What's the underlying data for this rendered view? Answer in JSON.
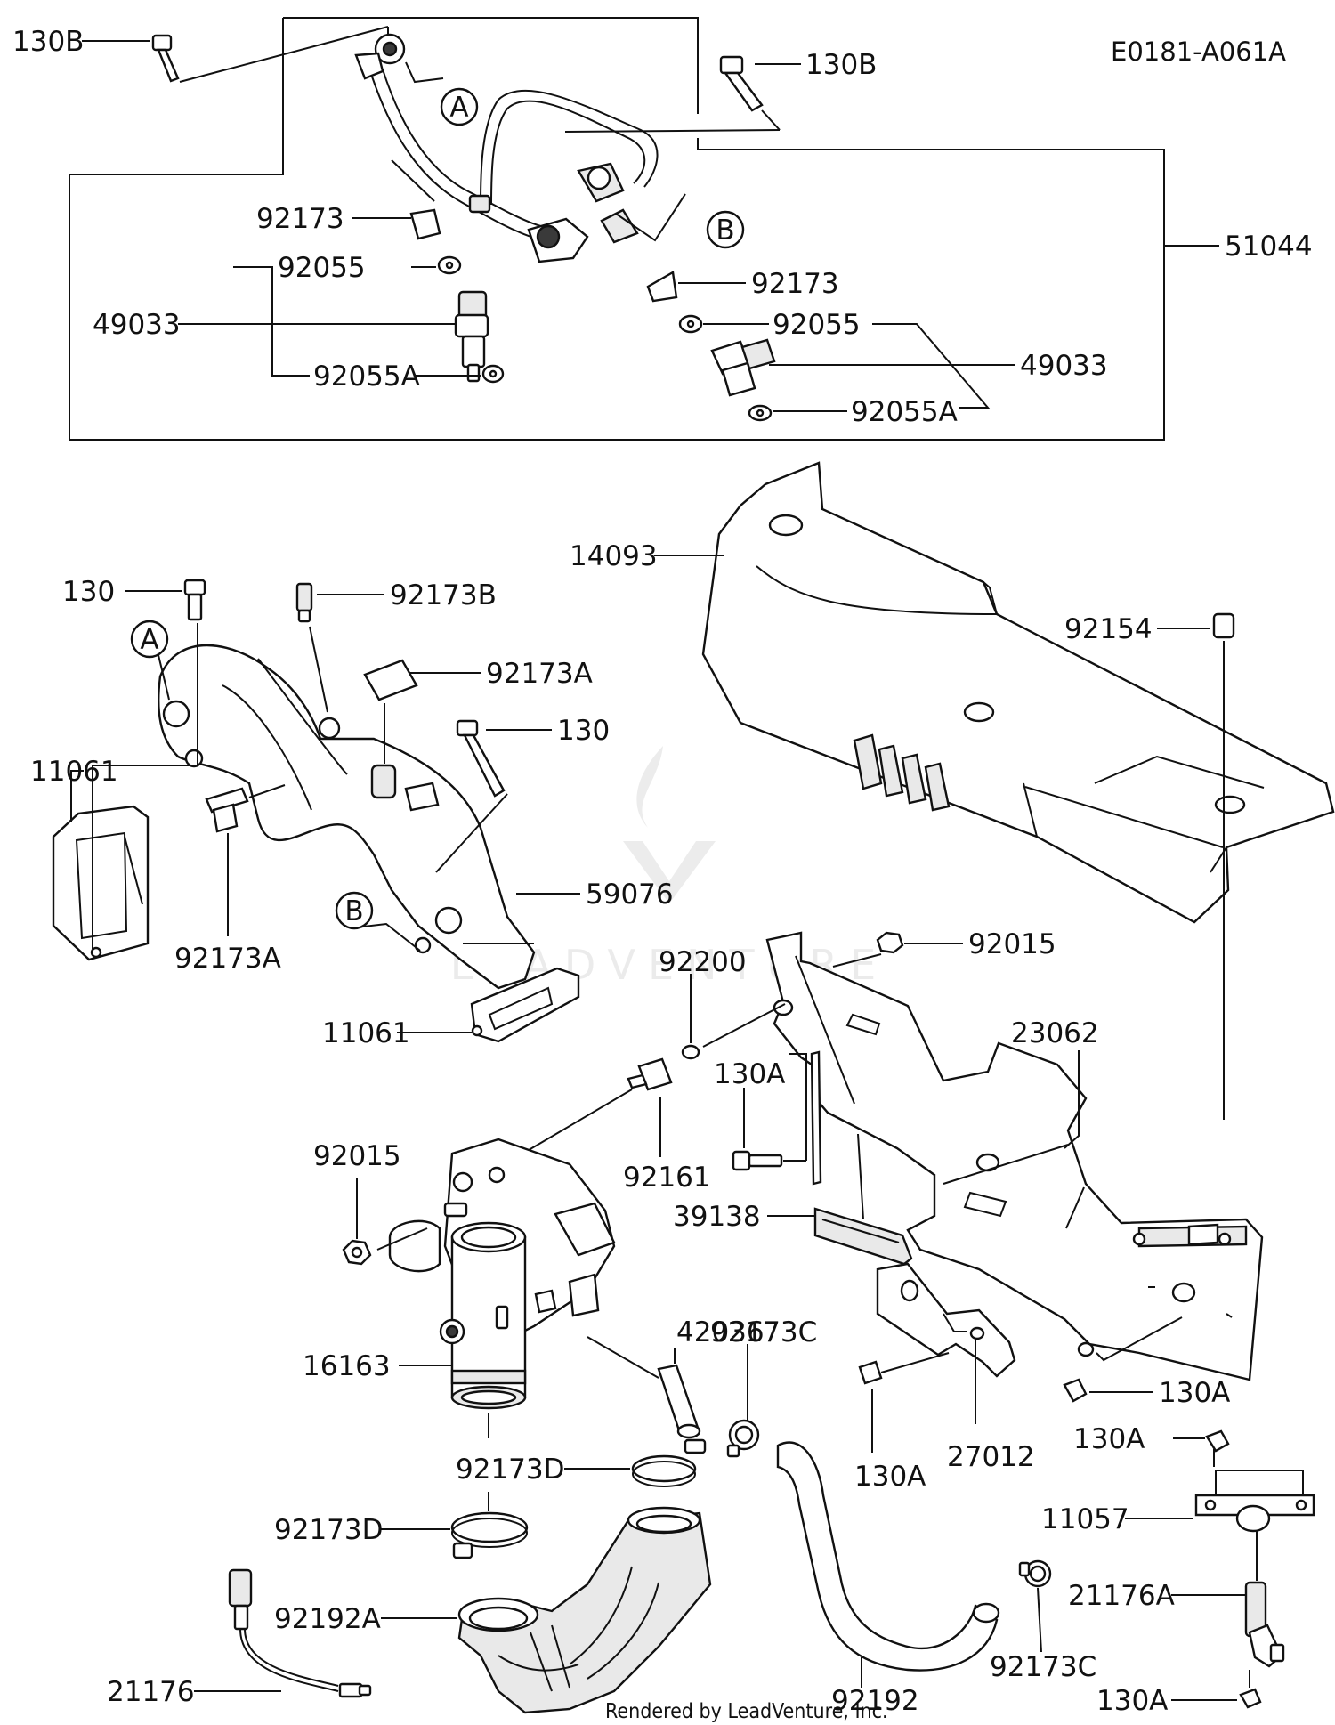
{
  "diagram": {
    "reference_code": "E0181-A061A",
    "footer": "Rendered by LeadVenture, Inc.",
    "watermark_text": "LEADVENTURE",
    "callouts": {
      "A": "A",
      "B": "B"
    },
    "labels": {
      "l130B_left": "130B",
      "l130B_right": "130B",
      "l51044": "51044",
      "l92173_left": "92173",
      "l92173_right": "92173",
      "l92055_left": "92055",
      "l92055_right": "92055",
      "l49033_left": "49033",
      "l49033_right": "49033",
      "l92055A_left": "92055A",
      "l92055A_right": "92055A",
      "l14093": "14093",
      "l92154": "92154",
      "l130_top": "130",
      "l92173B": "92173B",
      "l92173A_top": "92173A",
      "l130_mid": "130",
      "l11061_left": "11061",
      "l59076": "59076",
      "l92173A_bottom": "92173A",
      "l11061_bottom": "11061",
      "l92200": "92200",
      "l92015_right": "92015",
      "l23062": "23062",
      "l130A_a": "130A",
      "l92161": "92161",
      "l92015_left": "92015",
      "l39138": "39138",
      "l42036": "42036",
      "l92173C_top": "92173C",
      "l16163": "16163",
      "l27012": "27012",
      "l130A_b": "130A",
      "l130A_c": "130A",
      "l130A_d": "130A",
      "l92173D_a": "92173D",
      "l92173D_b": "92173D",
      "l11057": "11057",
      "l92192A": "92192A",
      "l21176A": "21176A",
      "l21176": "21176",
      "l92192": "92192",
      "l92173C_bottom": "92173C",
      "l130A_e": "130A"
    }
  }
}
